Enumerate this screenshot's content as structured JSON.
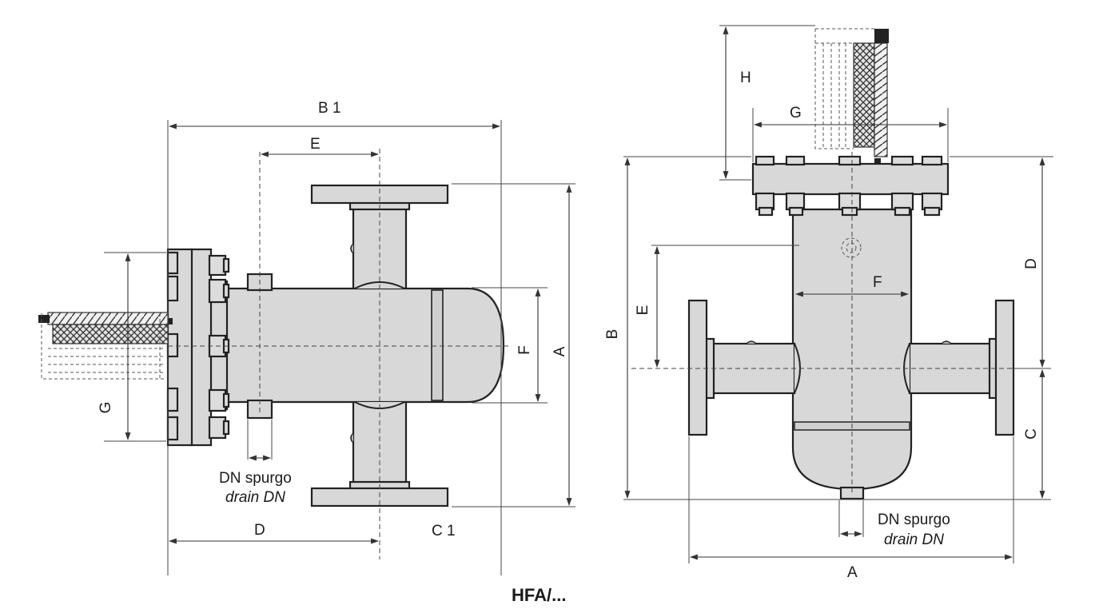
{
  "left_view": {
    "labels": {
      "b1": "B 1",
      "e": "E",
      "a": "A",
      "f": "F",
      "g": "G",
      "d": "D",
      "c1": "C 1"
    },
    "drain_note": {
      "line1": "DN spurgo",
      "line2": "drain DN"
    }
  },
  "right_view": {
    "labels": {
      "h": "H",
      "g": "G",
      "b": "B",
      "e": "E",
      "f": "F",
      "d": "D",
      "c": "C",
      "a": "A"
    },
    "drain_note": {
      "line1": "DN spurgo",
      "line2": "drain DN"
    }
  },
  "caption": "HFA/..."
}
